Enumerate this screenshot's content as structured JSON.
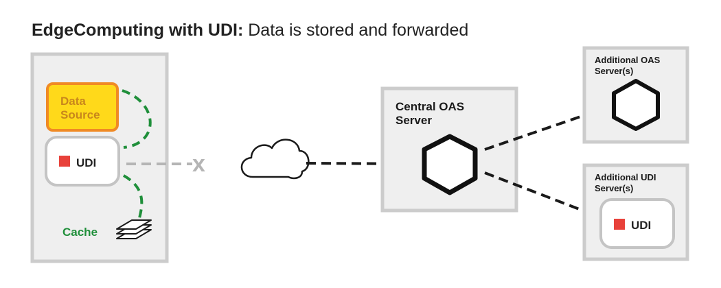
{
  "title": {
    "bold": "EdgeComputing with UDI:",
    "rest": "Data is stored and forwarded"
  },
  "edge": {
    "data_source_line1": "Data",
    "data_source_line2": "Source",
    "udi_label": "UDI",
    "cache_label": "Cache",
    "blocked_mark": "x"
  },
  "central": {
    "label_line1": "Central OAS",
    "label_line2": "Server"
  },
  "additional_oas": {
    "label_line1": "Additional OAS",
    "label_line2": "Server(s)"
  },
  "additional_udi": {
    "label_line1": "Additional UDI",
    "label_line2": "Server(s)",
    "udi_label": "UDI"
  },
  "colors": {
    "panel_fill": "#efefef",
    "panel_stroke": "#cccccc",
    "data_source_fill": "#ffd91a",
    "data_source_stroke": "#f08a24",
    "data_source_text": "#c8861c",
    "udi_square": "#e8413a",
    "green_link": "#1f8f3a",
    "dark_link": "#1a1a1a",
    "blocked_link": "#b5b5b5"
  }
}
